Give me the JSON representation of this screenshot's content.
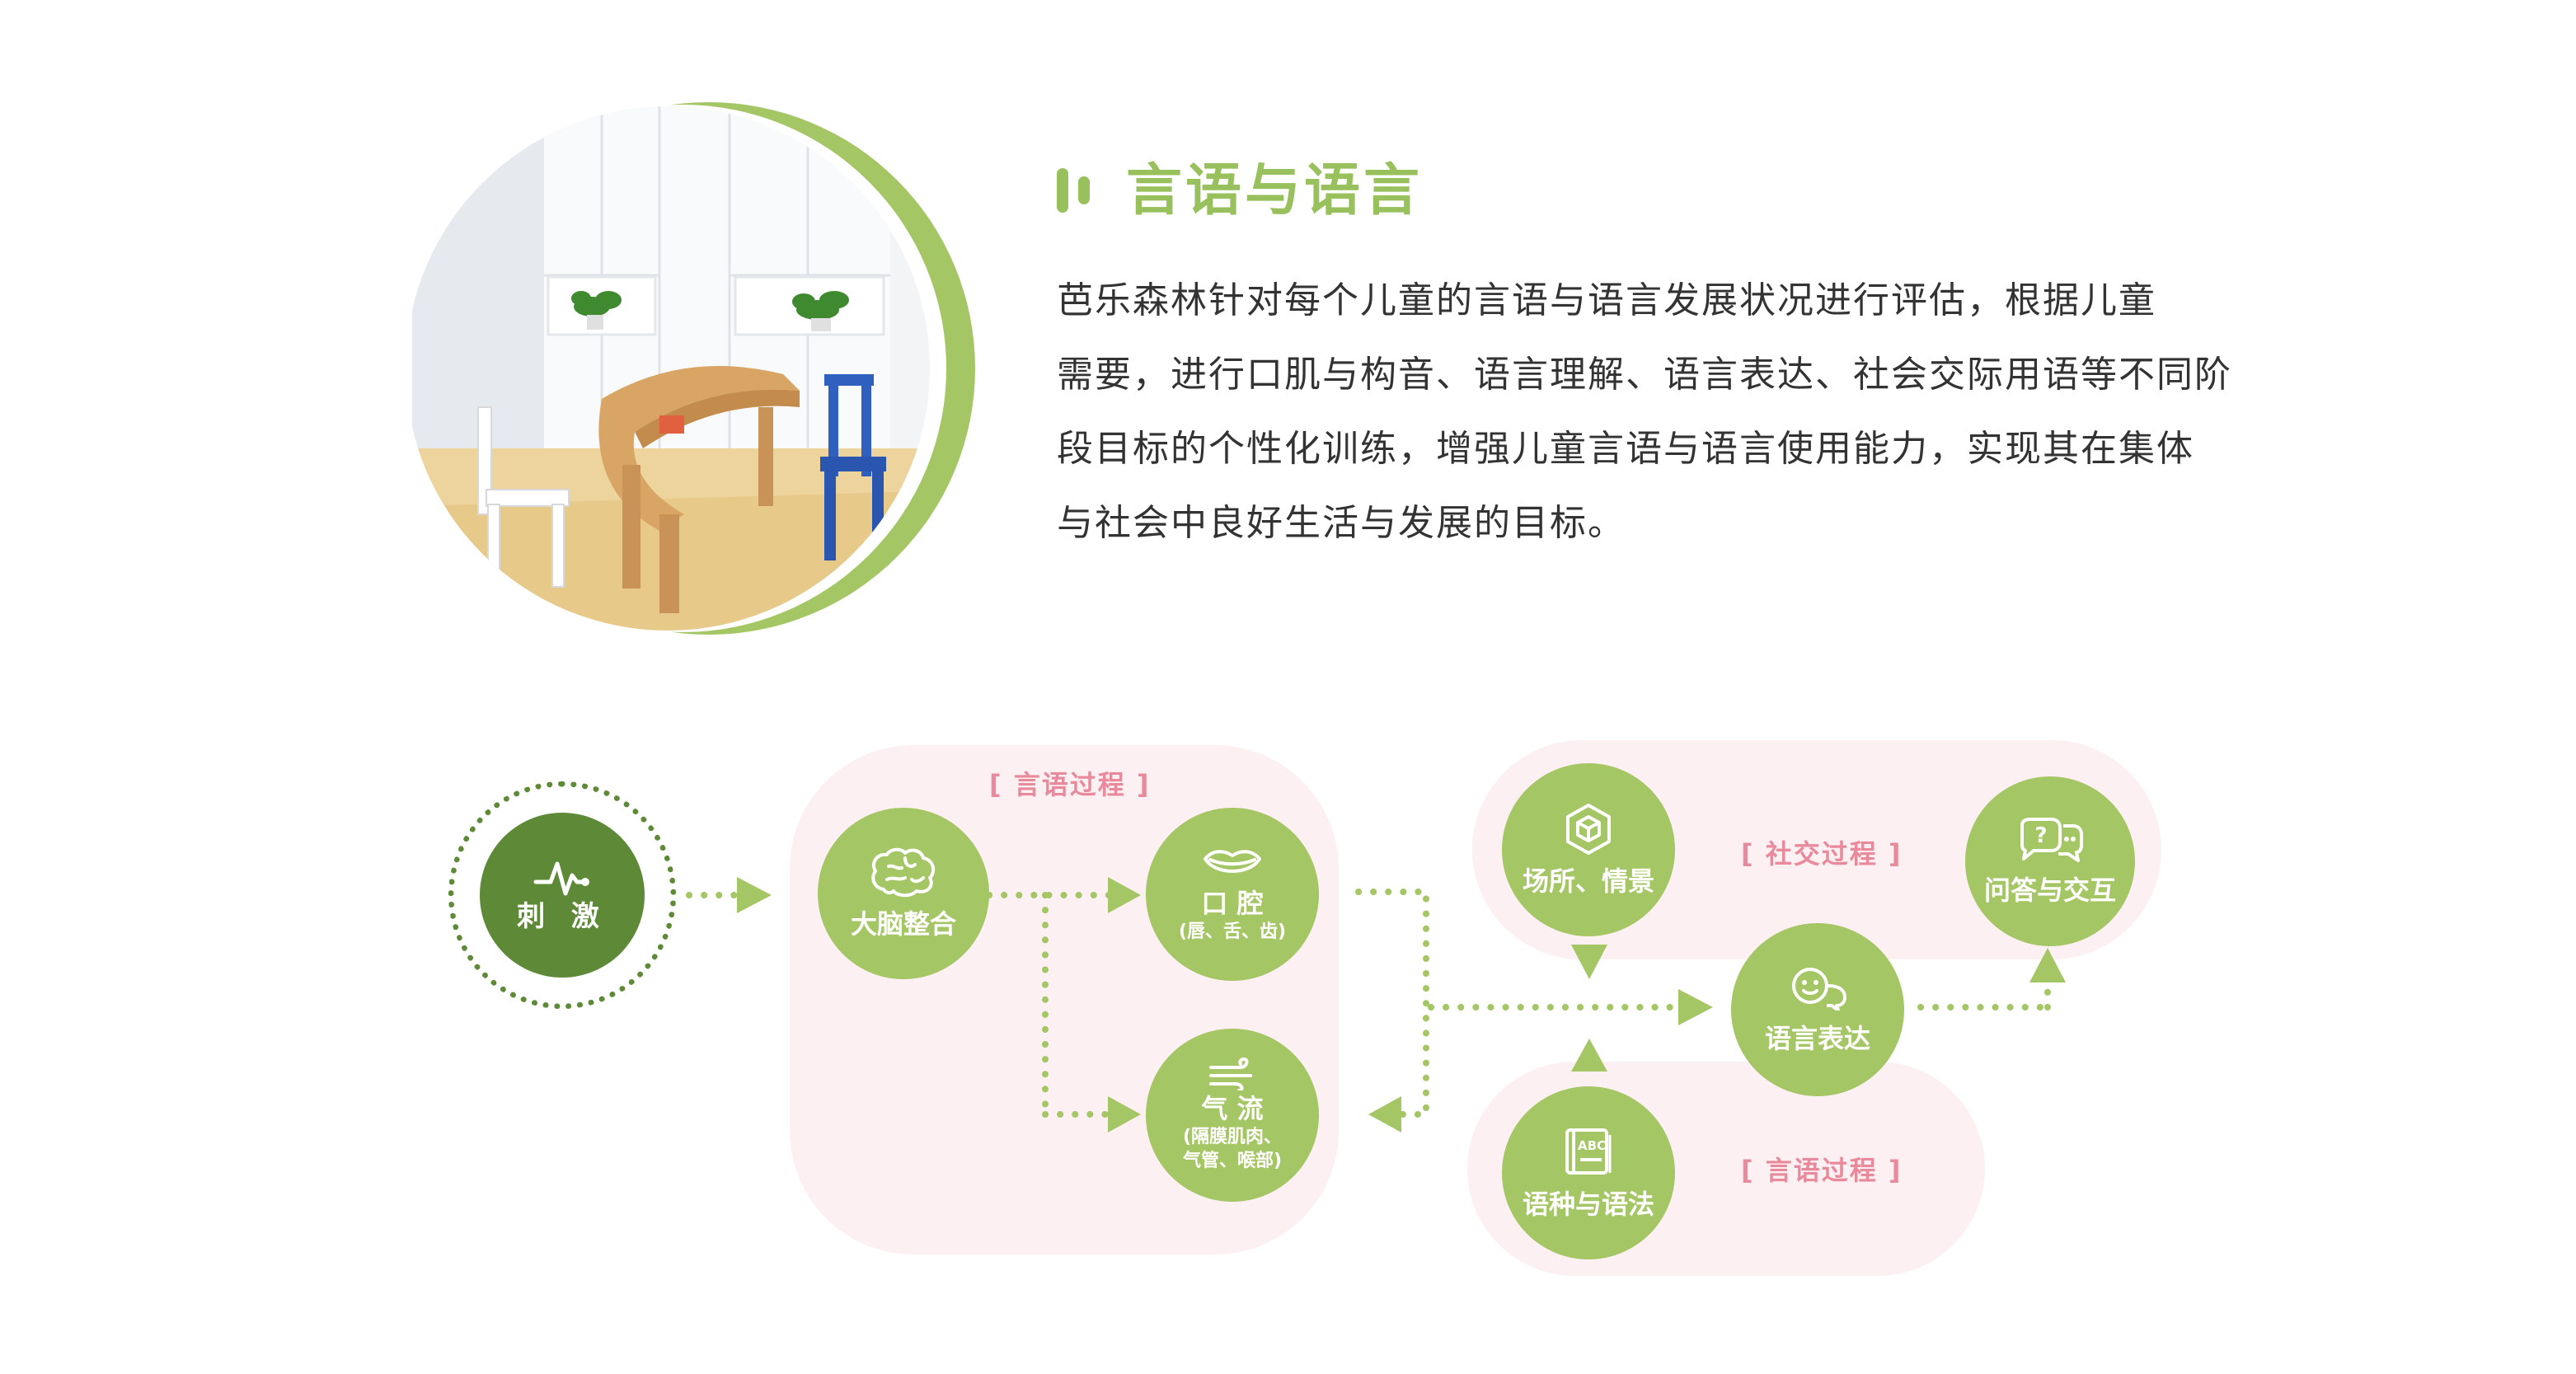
{
  "section": {
    "title": "言语与语言",
    "paragraph_lines": [
      "芭乐森林针对每个儿童的言语与语言发展状况进行评估，根据儿童",
      "需要，进行口肌与构音、语言理解、语言表达、社会交际用语等不同阶",
      "段目标的个性化训练，增强儿童言语与语言使用能力，实现其在集体",
      "与社会中良好生活与发展的目标。"
    ]
  },
  "colors": {
    "accent_green": "#98c05c",
    "node_green": "#a5c665",
    "dark_green": "#5e8a37",
    "panel_pink": "#fdf0f3",
    "label_pink": "#e98a9c"
  },
  "diagram": {
    "stimulus": {
      "label": "刺 激",
      "icon": "pulse-icon"
    },
    "speech_process_label": "[ 言语过程 ]",
    "brain": {
      "label": "大脑整合",
      "icon": "brain-icon"
    },
    "mouth": {
      "label": "口 腔",
      "sub": "(唇、舌、齿)",
      "icon": "lips-icon"
    },
    "airflow": {
      "label": "气 流",
      "sub1": "(隔膜肌肉、",
      "sub2": "气管、喉部)",
      "icon": "wind-icon"
    },
    "social_process_label": "[ 社交过程 ]",
    "place": {
      "label": "场所、情景",
      "icon": "cube-icon"
    },
    "qa": {
      "label": "问答与交互",
      "icon": "chat-bubbles-icon"
    },
    "expression": {
      "label": "语言表达",
      "icon": "smile-chat-icon"
    },
    "grammar": {
      "label": "语种与语法",
      "icon": "abc-book-icon"
    },
    "speech_process_label_2": "[ 言语过程 ]"
  }
}
